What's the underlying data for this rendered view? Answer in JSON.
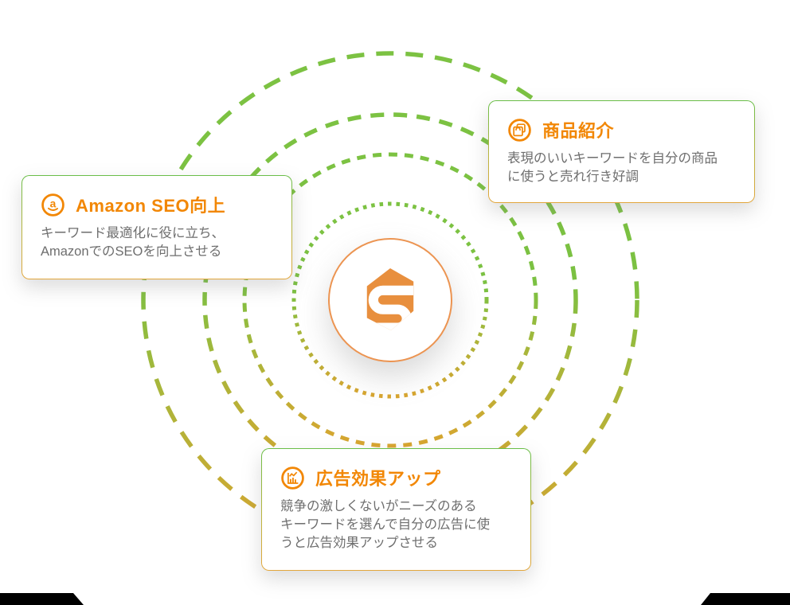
{
  "colors": {
    "background": "#ffffff",
    "accent_orange": "#F28705",
    "logo_hexagon_orange": "#E88F3E",
    "logo_ring_orange": "#EC9451",
    "ring_green": "#7CC242",
    "ring_yellow": "#D9A52F",
    "card_border_top_green": "#69BE48",
    "card_border_bottom_yellow": "#E2A63C",
    "body_text_gray": "#6E6E6E",
    "corner_wedge_black": "#000000"
  },
  "center_logo": {
    "letter": "S"
  },
  "cards": [
    {
      "id": "amazon-seo",
      "icon": "amazon-a-smile-icon",
      "title": "Amazon SEO向上",
      "body_lines": [
        "キーワード最適化に役に立ち、",
        "AmazonでのSEOを向上させる"
      ]
    },
    {
      "id": "product-intro",
      "icon": "shopping-bags-icon",
      "title": "商品紹介",
      "body_lines": [
        "表現のいいキーワードを自分の商品",
        "に使うと売れ行き好調"
      ]
    },
    {
      "id": "ad-effect",
      "icon": "bar-chart-icon",
      "title": "広告効果アップ",
      "body_lines": [
        "競争の激しくないがニーズのある",
        "キーワードを選んで自分の広告に使",
        "うと広告効果アップさせる"
      ]
    }
  ]
}
